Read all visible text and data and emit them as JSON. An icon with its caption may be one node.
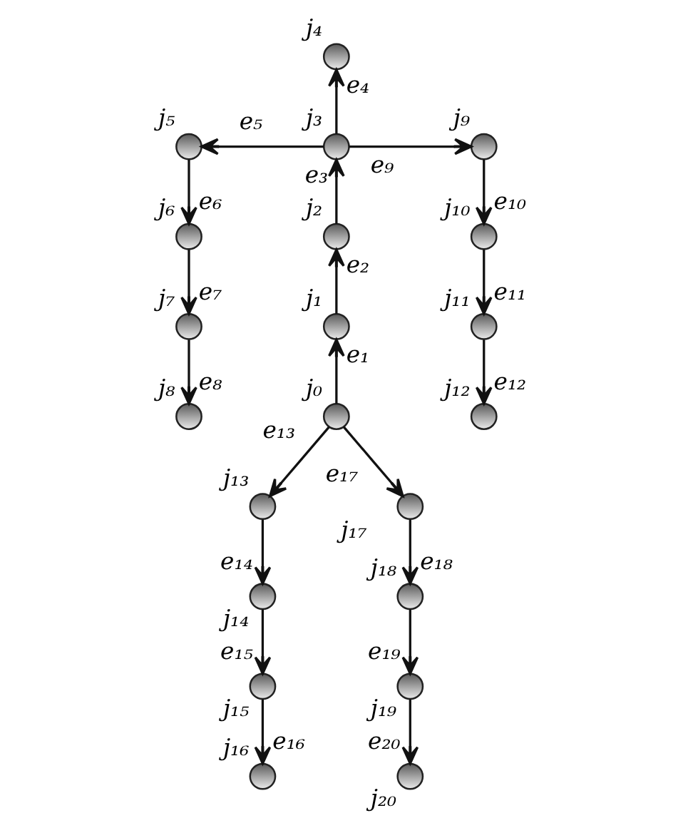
{
  "diagram": {
    "nodes": [
      {
        "text": [],
        "shape": "circle",
        "beside": [
          "j₀"
        ]
      },
      {
        "text": [],
        "shape": "circle",
        "beside": [
          "j₁"
        ]
      },
      {
        "text": [],
        "shape": "circle",
        "beside": [
          "j₂"
        ]
      },
      {
        "text": [],
        "shape": "circle",
        "beside": [
          "j₃"
        ]
      },
      {
        "text": [],
        "shape": "circle",
        "beside": [
          "j₄"
        ]
      },
      {
        "text": [],
        "shape": "circle",
        "beside": [
          "j₅"
        ]
      },
      {
        "text": [],
        "shape": "circle",
        "beside": [
          "j₆"
        ]
      },
      {
        "text": [],
        "shape": "circle",
        "beside": [
          "j₇"
        ]
      },
      {
        "text": [],
        "shape": "circle",
        "beside": [
          "j₈"
        ]
      },
      {
        "text": [],
        "shape": "circle",
        "beside": [
          "j₉"
        ]
      },
      {
        "text": [],
        "shape": "circle",
        "beside": [
          "j₁₀"
        ]
      },
      {
        "text": [],
        "shape": "circle",
        "beside": [
          "j₁₁"
        ]
      },
      {
        "text": [],
        "shape": "circle",
        "beside": [
          "j₁₂"
        ]
      },
      {
        "text": [],
        "shape": "circle",
        "beside": [
          "j₁₃"
        ]
      },
      {
        "text": [],
        "shape": "circle",
        "beside": [
          "j₁₄"
        ]
      },
      {
        "text": [],
        "shape": "circle",
        "beside": [
          "j₁₅"
        ]
      },
      {
        "text": [],
        "shape": "circle",
        "beside": [
          "j₁₆"
        ]
      },
      {
        "text": [],
        "shape": "circle",
        "beside": [
          "j₁₇"
        ]
      },
      {
        "text": [],
        "shape": "circle",
        "beside": [
          "j₁₈"
        ]
      },
      {
        "text": [],
        "shape": "circle",
        "beside": [
          "j₁₉"
        ]
      },
      {
        "text": [],
        "shape": "circle",
        "beside": [
          "j₂₀"
        ]
      }
    ],
    "edges": [
      {
        "from": 0,
        "to": 1,
        "arrow": "to",
        "label": "e₁"
      },
      {
        "from": 1,
        "to": 2,
        "arrow": "to",
        "label": "e₂"
      },
      {
        "from": 2,
        "to": 3,
        "arrow": "to",
        "label": "e₃"
      },
      {
        "from": 3,
        "to": 4,
        "arrow": "to",
        "label": "e₄"
      },
      {
        "from": 3,
        "to": 5,
        "arrow": "to",
        "label": "e₅"
      },
      {
        "from": 5,
        "to": 6,
        "arrow": "to",
        "label": "e₆"
      },
      {
        "from": 6,
        "to": 7,
        "arrow": "to",
        "label": "e₇"
      },
      {
        "from": 7,
        "to": 8,
        "arrow": "to",
        "label": "e₈"
      },
      {
        "from": 3,
        "to": 9,
        "arrow": "to",
        "label": "e₉"
      },
      {
        "from": 9,
        "to": 10,
        "arrow": "to",
        "label": "e₁₀"
      },
      {
        "from": 10,
        "to": 11,
        "arrow": "to",
        "label": "e₁₁"
      },
      {
        "from": 11,
        "to": 12,
        "arrow": "to",
        "label": "e₁₂"
      },
      {
        "from": 0,
        "to": 13,
        "arrow": "to",
        "label": "e₁₃"
      },
      {
        "from": 13,
        "to": 14,
        "arrow": "to",
        "label": "e₁₄"
      },
      {
        "from": 14,
        "to": 15,
        "arrow": "to",
        "label": "e₁₅"
      },
      {
        "from": 15,
        "to": 16,
        "arrow": "to",
        "label": "e₁₆"
      },
      {
        "from": 0,
        "to": 17,
        "arrow": "to",
        "label": "e₁₇"
      },
      {
        "from": 17,
        "to": 18,
        "arrow": "to",
        "label": "e₁₈"
      },
      {
        "from": 18,
        "to": 19,
        "arrow": "to",
        "label": "e₁₉"
      },
      {
        "from": 19,
        "to": 20,
        "arrow": "to",
        "label": "e₂₀"
      }
    ]
  }
}
